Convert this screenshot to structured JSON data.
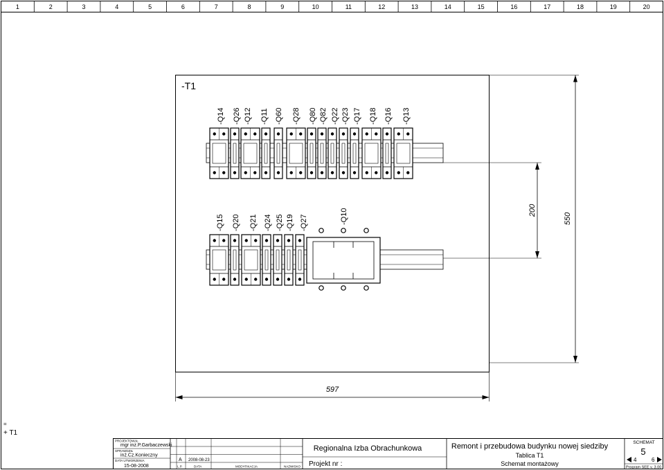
{
  "columns": [
    "1",
    "2",
    "3",
    "4",
    "5",
    "6",
    "7",
    "8",
    "9",
    "10",
    "11",
    "12",
    "13",
    "14",
    "15",
    "16",
    "17",
    "18",
    "19",
    "20"
  ],
  "cabinet_label": "-T1",
  "top_row_labels": [
    "-Q14",
    "-Q26",
    "-Q12",
    "-Q11",
    "-Q60",
    "-Q28",
    "-Q80",
    "-Q82",
    "-Q22",
    "-Q23",
    "-Q17",
    "-Q18",
    "-Q16",
    "-Q13"
  ],
  "bottom_row_labels": [
    "-Q15",
    "-Q20",
    "-Q21",
    "-Q24",
    "-Q25",
    "-Q19",
    "-Q27",
    "-Q10"
  ],
  "dimensions": {
    "inner_height": "200",
    "total_height": "550",
    "width": "597"
  },
  "location": {
    "equals": "=",
    "plus_label": "+ T1"
  },
  "title_block": {
    "designed_by_caption": "PROJEKTOWAŁ",
    "designed_by": "mgr inż.P.Garbaczewski",
    "checked_by_caption": "SPRAWDZIŁ",
    "checked_by": "inż.Cz.Konieczny",
    "created_caption": "DATA UTWORZENIA",
    "created_date": "15-08-2008",
    "rev_letter": "A",
    "rev_date": "2008-08-23",
    "col_lp": "L.P.",
    "col_date": "DATA",
    "col_mod": "MODYFIKACJA",
    "col_name": "NAZWISKO",
    "client": "Regionalna Izba Obrachunkowa",
    "project_no": "Projekt nr :",
    "project_title": "Remont i przebudowa budynku nowej siedziby",
    "board": "Tablica T1",
    "drawing": "Schemat montażowy",
    "sheet_type": "SCHEMAT",
    "sheet_no": "5",
    "prev_sheet": "4",
    "next_sheet": "6",
    "program": "Program SEE v. 3.00"
  }
}
